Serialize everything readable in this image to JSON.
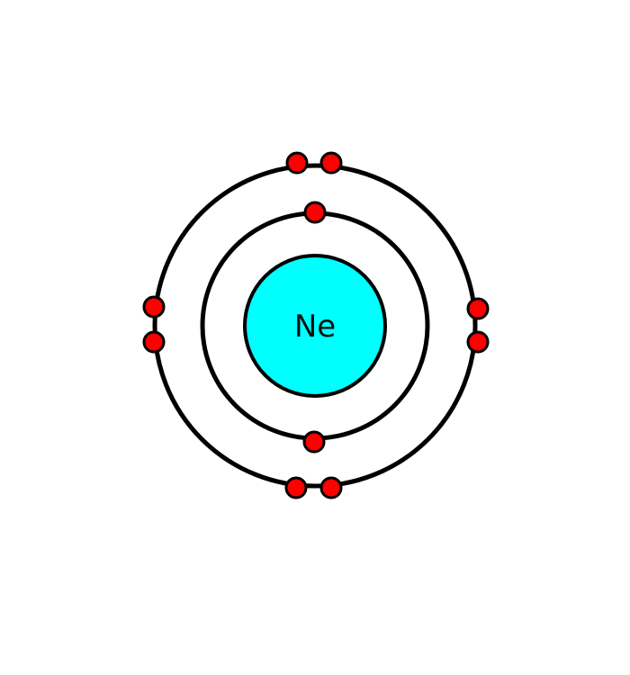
{
  "atom": {
    "symbol": "Ne",
    "colors": {
      "nucleus": "#00FFFF",
      "electron": "#FF0000",
      "stroke": "#000000",
      "background": "#FFFFFF"
    },
    "shells": [
      {
        "name": "inner-shell",
        "electrons": 2
      },
      {
        "name": "outer-shell",
        "electrons": 8
      }
    ]
  }
}
